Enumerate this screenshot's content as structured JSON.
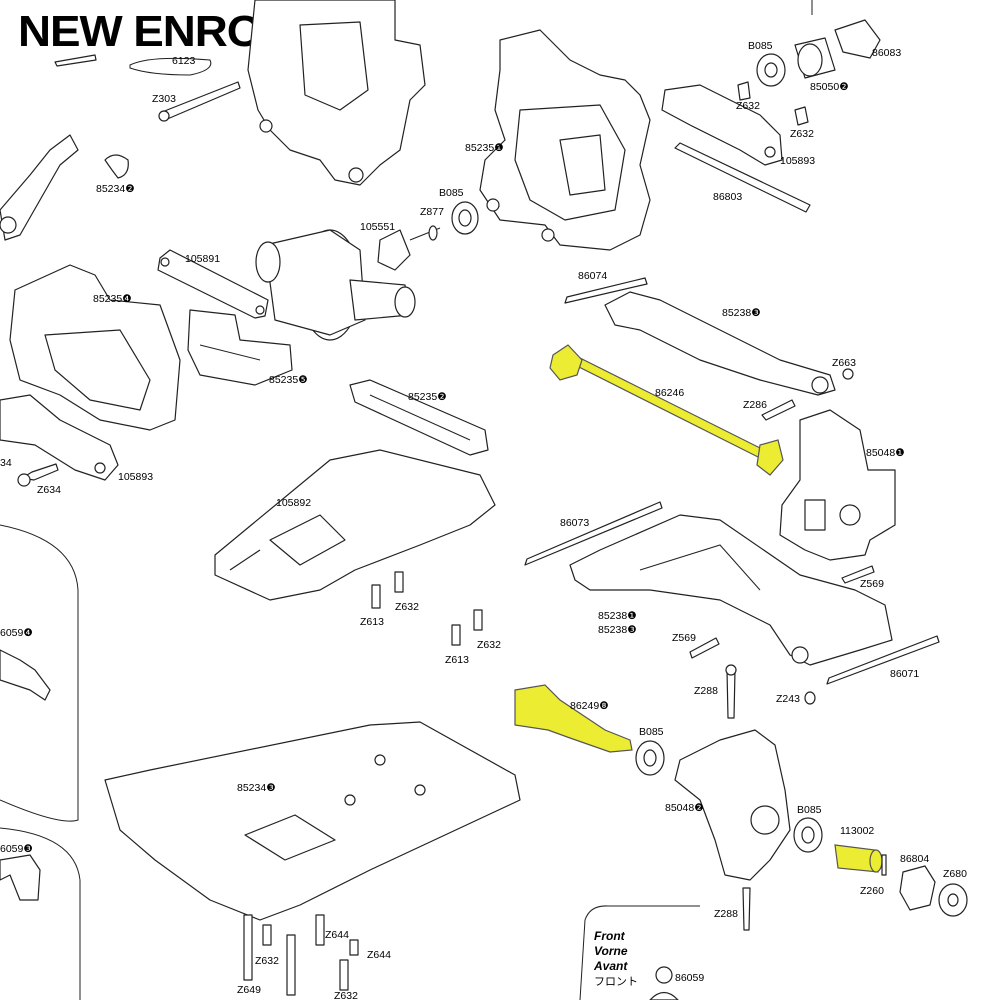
{
  "brand": {
    "name": "NEW ENRON",
    "registered": "®"
  },
  "front_note": {
    "line1": "Front",
    "line2": "Vorne",
    "line3": "Avant",
    "line4": "フロント"
  },
  "parts": [
    {
      "id": "p6123",
      "text": "6123"
    },
    {
      "id": "pZ303",
      "text": "Z303"
    },
    {
      "id": "p85234_2",
      "text": "85234❷"
    },
    {
      "id": "p85235_1",
      "text": "85235❶"
    },
    {
      "id": "pB085_top",
      "text": "B085"
    },
    {
      "id": "pZ877",
      "text": "Z877"
    },
    {
      "id": "p105551",
      "text": "105551"
    },
    {
      "id": "p105891",
      "text": "105891"
    },
    {
      "id": "p85235_4",
      "text": "85235❹"
    },
    {
      "id": "p85235_5",
      "text": "85235❺"
    },
    {
      "id": "p85235_2",
      "text": "85235❷"
    },
    {
      "id": "pB085_tr",
      "text": "B085"
    },
    {
      "id": "p86083",
      "text": "86083"
    },
    {
      "id": "pZ632_a",
      "text": "Z632"
    },
    {
      "id": "p85050_2",
      "text": "85050❷"
    },
    {
      "id": "pZ632_b",
      "text": "Z632"
    },
    {
      "id": "p105893_top",
      "text": "105893"
    },
    {
      "id": "p86803",
      "text": "86803"
    },
    {
      "id": "p86074",
      "text": "86074"
    },
    {
      "id": "p85238_3",
      "text": "85238❸"
    },
    {
      "id": "pZ663",
      "text": "Z663"
    },
    {
      "id": "p86246",
      "text": "86246"
    },
    {
      "id": "pZ286",
      "text": "Z286"
    },
    {
      "id": "p85048_1",
      "text": "85048❶"
    },
    {
      "id": "p34",
      "text": "34"
    },
    {
      "id": "pZ634",
      "text": "Z634"
    },
    {
      "id": "p105893_left",
      "text": "105893"
    },
    {
      "id": "p105892",
      "text": "105892"
    },
    {
      "id": "p86073",
      "text": "86073"
    },
    {
      "id": "pZ569_a",
      "text": "Z569"
    },
    {
      "id": "p85238_1",
      "text": "85238❶"
    },
    {
      "id": "p85238_3b",
      "text": "85238❸"
    },
    {
      "id": "pZ569_b",
      "text": "Z569"
    },
    {
      "id": "p86071",
      "text": "86071"
    },
    {
      "id": "pZ632_c",
      "text": "Z632"
    },
    {
      "id": "pZ613_a",
      "text": "Z613"
    },
    {
      "id": "pZ613_b",
      "text": "Z613"
    },
    {
      "id": "pZ632_d",
      "text": "Z632"
    },
    {
      "id": "p6059_4",
      "text": "6059❹"
    },
    {
      "id": "pZ288_a",
      "text": "Z288"
    },
    {
      "id": "pZ243",
      "text": "Z243"
    },
    {
      "id": "p86249",
      "text": "86249❽"
    },
    {
      "id": "pB085_mid",
      "text": "B085"
    },
    {
      "id": "p85234_3",
      "text": "85234❸"
    },
    {
      "id": "p85048_2",
      "text": "85048❷"
    },
    {
      "id": "pB085_low",
      "text": "B085"
    },
    {
      "id": "p113002",
      "text": "113002"
    },
    {
      "id": "p86804",
      "text": "86804"
    },
    {
      "id": "pZ680",
      "text": "Z680"
    },
    {
      "id": "pZ260",
      "text": "Z260"
    },
    {
      "id": "p6059_3",
      "text": "6059❸"
    },
    {
      "id": "pZ288_b",
      "text": "Z288"
    },
    {
      "id": "pZ644_a",
      "text": "Z644"
    },
    {
      "id": "pZ644_b",
      "text": "Z644"
    },
    {
      "id": "pZ632_e",
      "text": "Z632"
    },
    {
      "id": "pZ649",
      "text": "Z649"
    },
    {
      "id": "pZ632_f",
      "text": "Z632"
    },
    {
      "id": "p86059",
      "text": "86059"
    }
  ],
  "colors": {
    "highlight": "#ecec33",
    "line": "#222222",
    "background": "#ffffff"
  }
}
